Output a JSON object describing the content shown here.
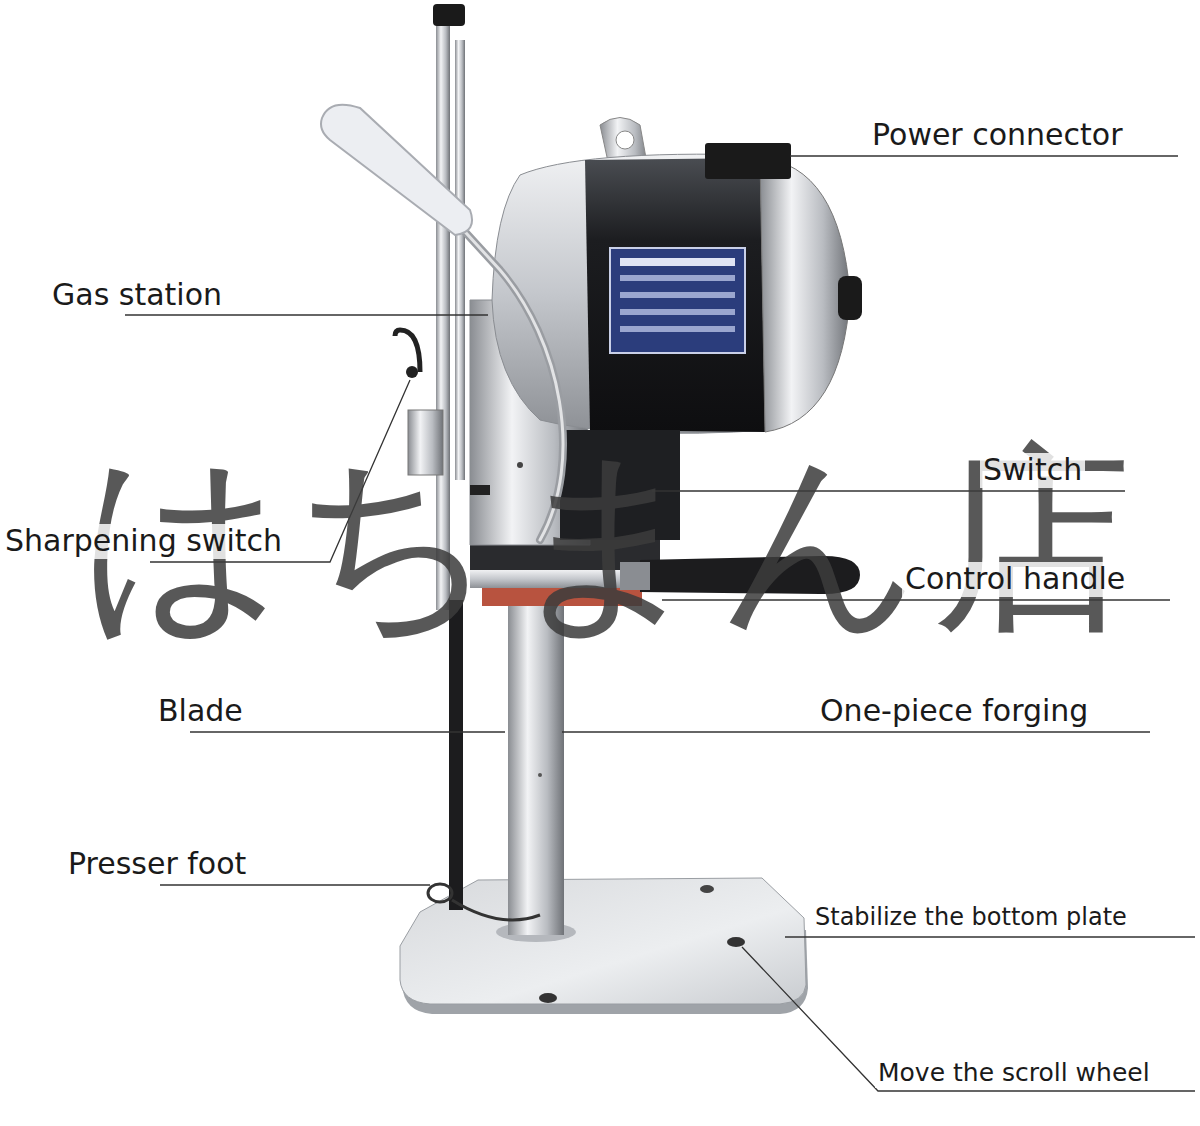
{
  "diagram": {
    "labels": [
      "Power connector",
      "Gas station",
      "Switch",
      "Sharpening switch",
      "Control handle",
      "Blade",
      "One-piece forging",
      "Presser foot",
      "Stabilize the bottom plate",
      "Move the scroll wheel",
      "はちまん店"
    ]
  }
}
